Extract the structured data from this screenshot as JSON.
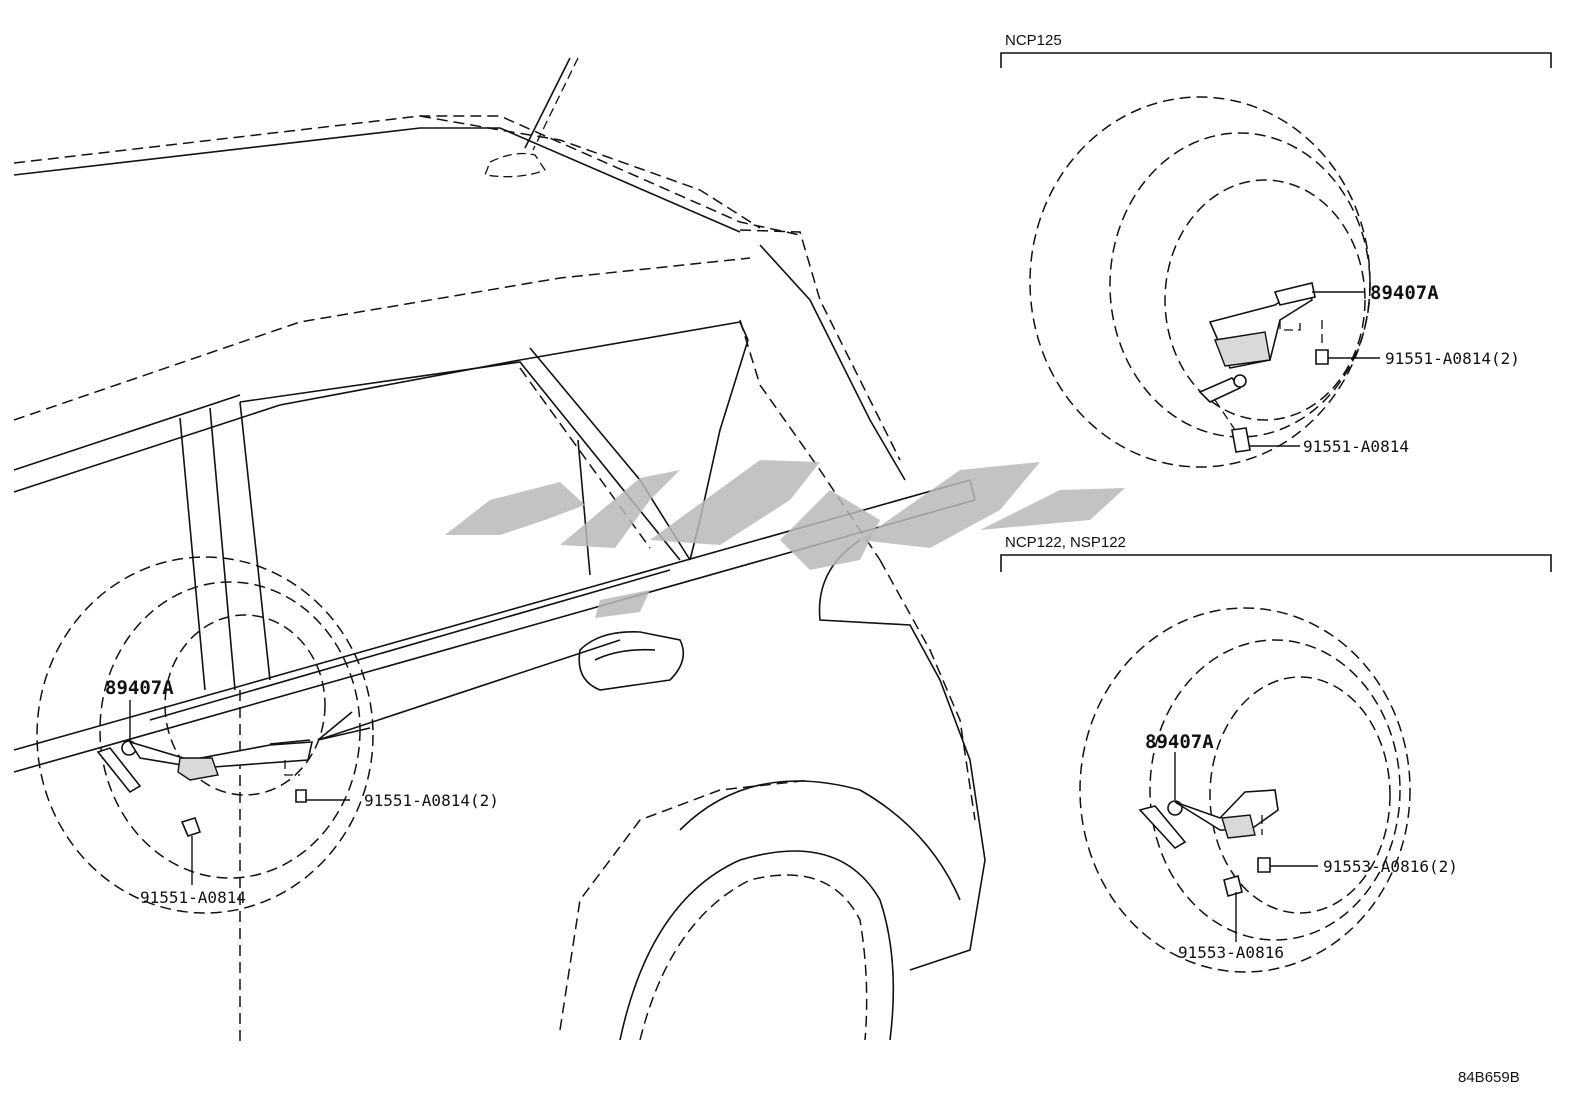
{
  "sections": {
    "ncp125": "NCP125",
    "ncp122_nsp122": "NCP122, NSP122"
  },
  "labels": {
    "main_sensor": "89407A",
    "main_bolt_2": "91551-A0814(2)",
    "main_bolt": "91551-A0814",
    "ncp125_sensor": "89407A",
    "ncp125_bolt_2": "91551-A0814(2)",
    "ncp125_bolt": "91551-A0814",
    "ncp122_sensor": "89407A",
    "ncp122_bolt_2": "91553-A0816(2)",
    "ncp122_bolt": "91553-A0816"
  },
  "figure_code": "84B659B"
}
